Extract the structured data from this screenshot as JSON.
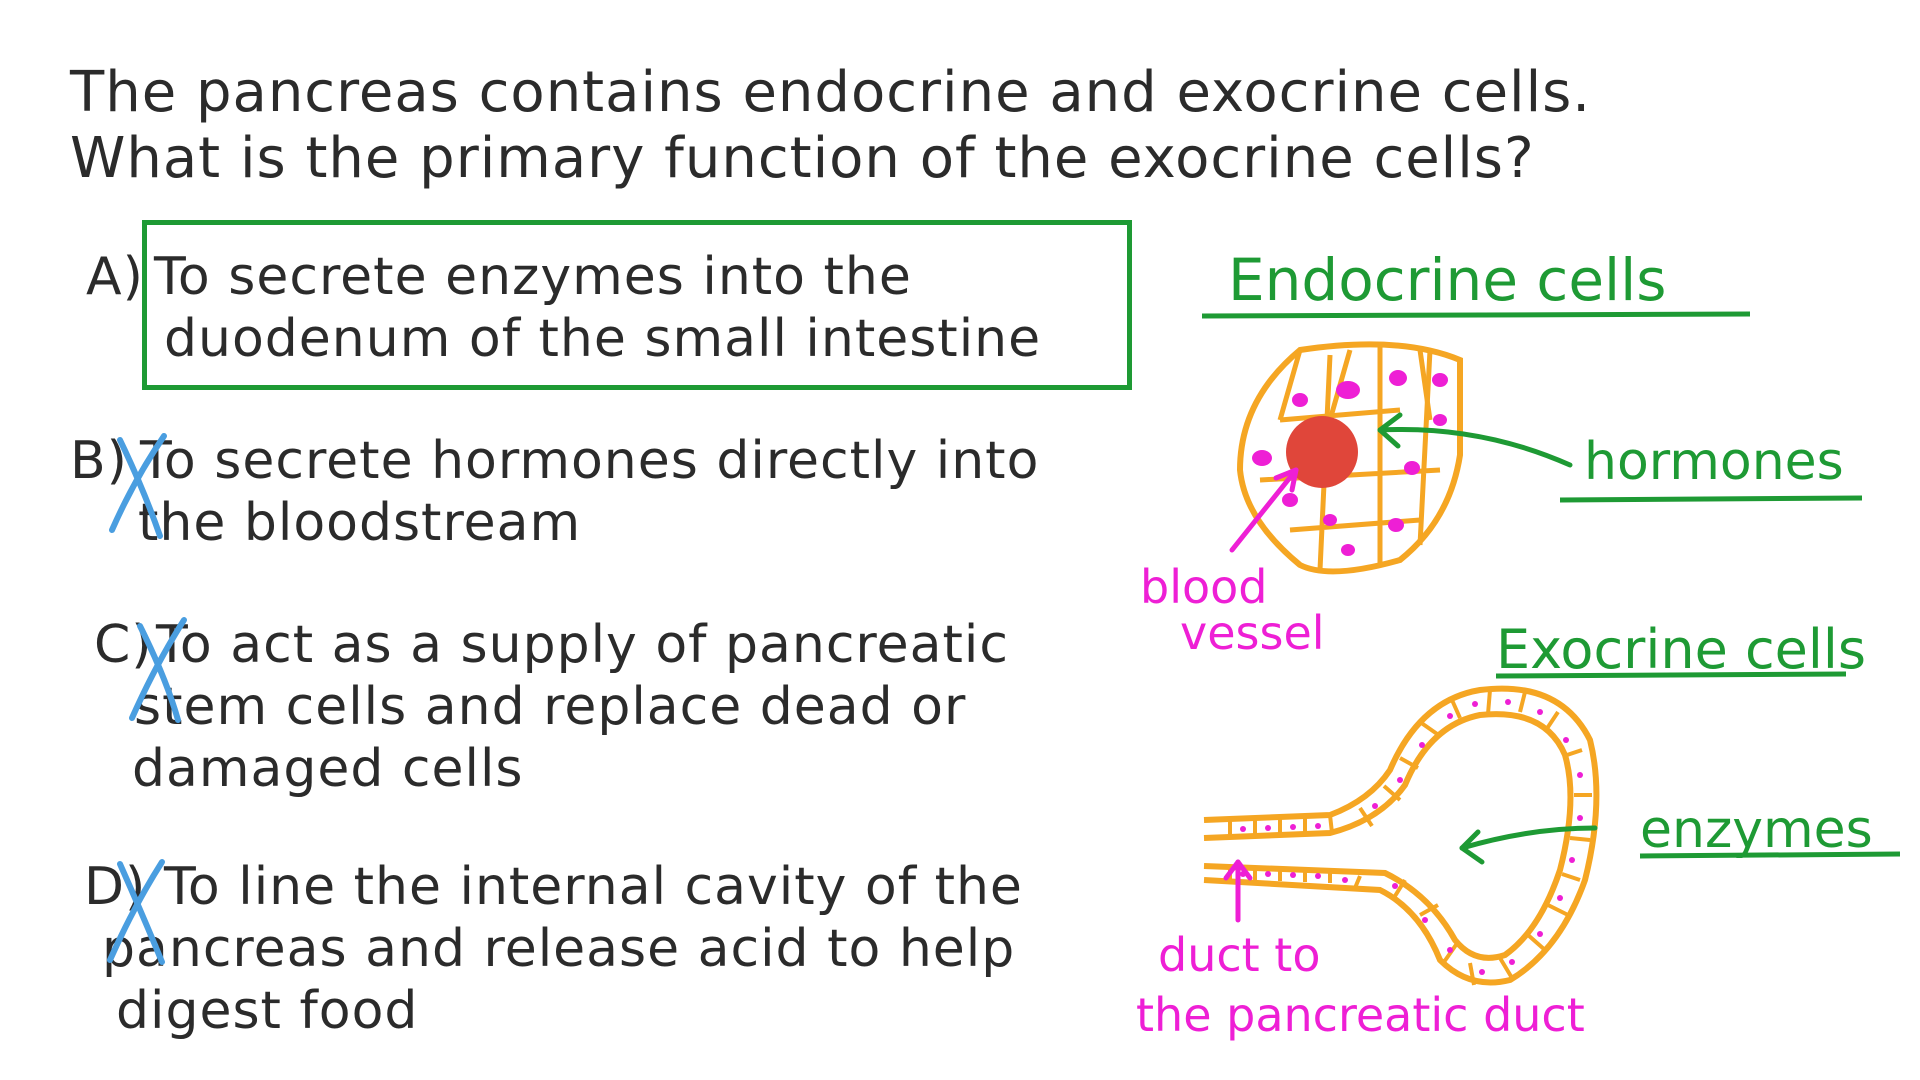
{
  "question": {
    "line1": "The pancreas contains endocrine and exocrine cells.",
    "line2": "What is the primary function of the exocrine cells?"
  },
  "options": [
    {
      "letter": "A)",
      "lines": [
        "To secrete enzymes into the",
        "duodenum of the small intestine"
      ],
      "correct": true
    },
    {
      "letter": "B)",
      "lines": [
        "To secrete hormones directly into",
        "the bloodstream"
      ],
      "correct": false
    },
    {
      "letter": "C)",
      "lines": [
        "To act as a supply of pancreatic",
        "stem cells and replace dead or",
        "damaged cells"
      ],
      "correct": false
    },
    {
      "letter": "D)",
      "lines": [
        "To line the internal cavity of the",
        "pancreas and release acid to help",
        "digest food"
      ],
      "correct": false
    }
  ],
  "diagram": {
    "endocrine_title": "Endocrine cells",
    "hormones": "hormones",
    "blood_vessel_1": "blood",
    "blood_vessel_2": "vessel",
    "exocrine_title": "Exocrine cells",
    "enzymes": "enzymes",
    "duct_1": "duct to",
    "duct_2": "the pancreatic duct"
  },
  "colors": {
    "ink": "#2b2b2b",
    "green": "#1e9a34",
    "pink": "#ee1fd5",
    "orange": "#f5a623",
    "red": "#e0463a",
    "blue": "#4a9ee0"
  }
}
